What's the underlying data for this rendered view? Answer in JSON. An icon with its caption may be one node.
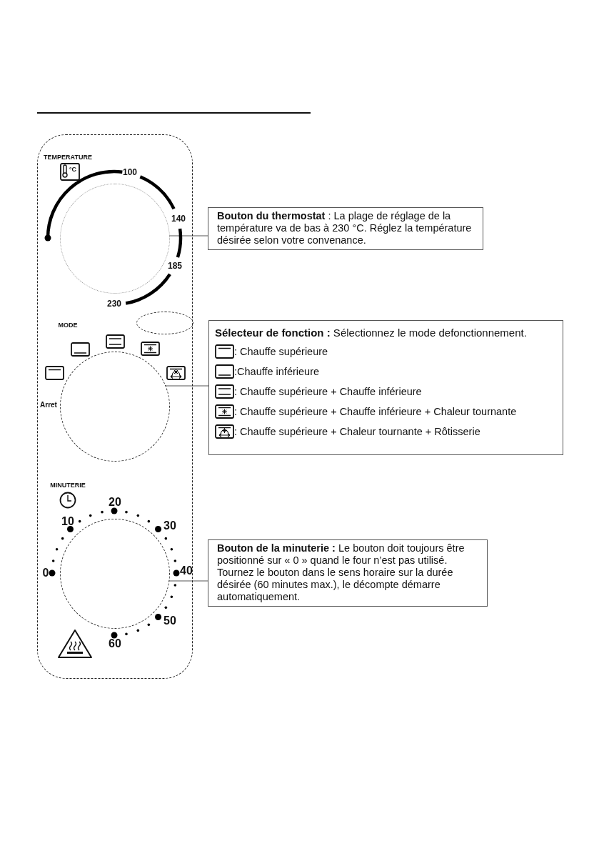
{
  "diagram": {
    "nodes": [
      {
        "text": [],
        "shape": "box"
      },
      {
        "text": [],
        "shape": "circle",
        "in": 0
      },
      {
        "text": [
          "**Bouton du thermostat** : La plage de réglage de la température va de bas à 230 °C. Réglez la température désirée selon votre convenance."
        ]
      },
      {
        "text": [],
        "shape": "circle",
        "in": 0
      },
      {
        "text": [
          "**Sélecteur de fonction :** Sélectionnez le mode defonctionnement.",
          ": Chauffe supérieure",
          ":Chauffe inférieure",
          ": Chauffe supérieure + Chauffe inférieure",
          ":  Chauffe supérieure + Chauffe inférieure + Chaleur tournante",
          ": Chauffe supérieure + Chaleur tournante + Rôtisserie"
        ]
      },
      {
        "text": [],
        "shape": "circle",
        "in": 0
      },
      {
        "text": [],
        "shape": "ellipse",
        "in": 0
      },
      {
        "text": [
          "**Bouton de la minuterie :** Le bouton doit toujours être positionné sur « 0 » quand le four n’est pas utilisé. Tournez le bouton dans le sens horaire sur la durée désirée (60 minutes max.), le décompte démarre automatiquement."
        ]
      }
    ],
    "edges": [
      {
        "from": 2,
        "to": 1,
        "arrow": "none"
      },
      {
        "from": 4,
        "to": 3,
        "arrow": "none"
      },
      {
        "from": 7,
        "to": 5,
        "arrow": "none"
      }
    ],
    "labels": [
      "TEMPERATURE",
      "°C",
      "100",
      "140",
      "185",
      "230",
      "MODE",
      "Arret",
      "MINUTERIE",
      "20",
      "10",
      "30",
      "0",
      "40",
      "50",
      "60"
    ]
  }
}
